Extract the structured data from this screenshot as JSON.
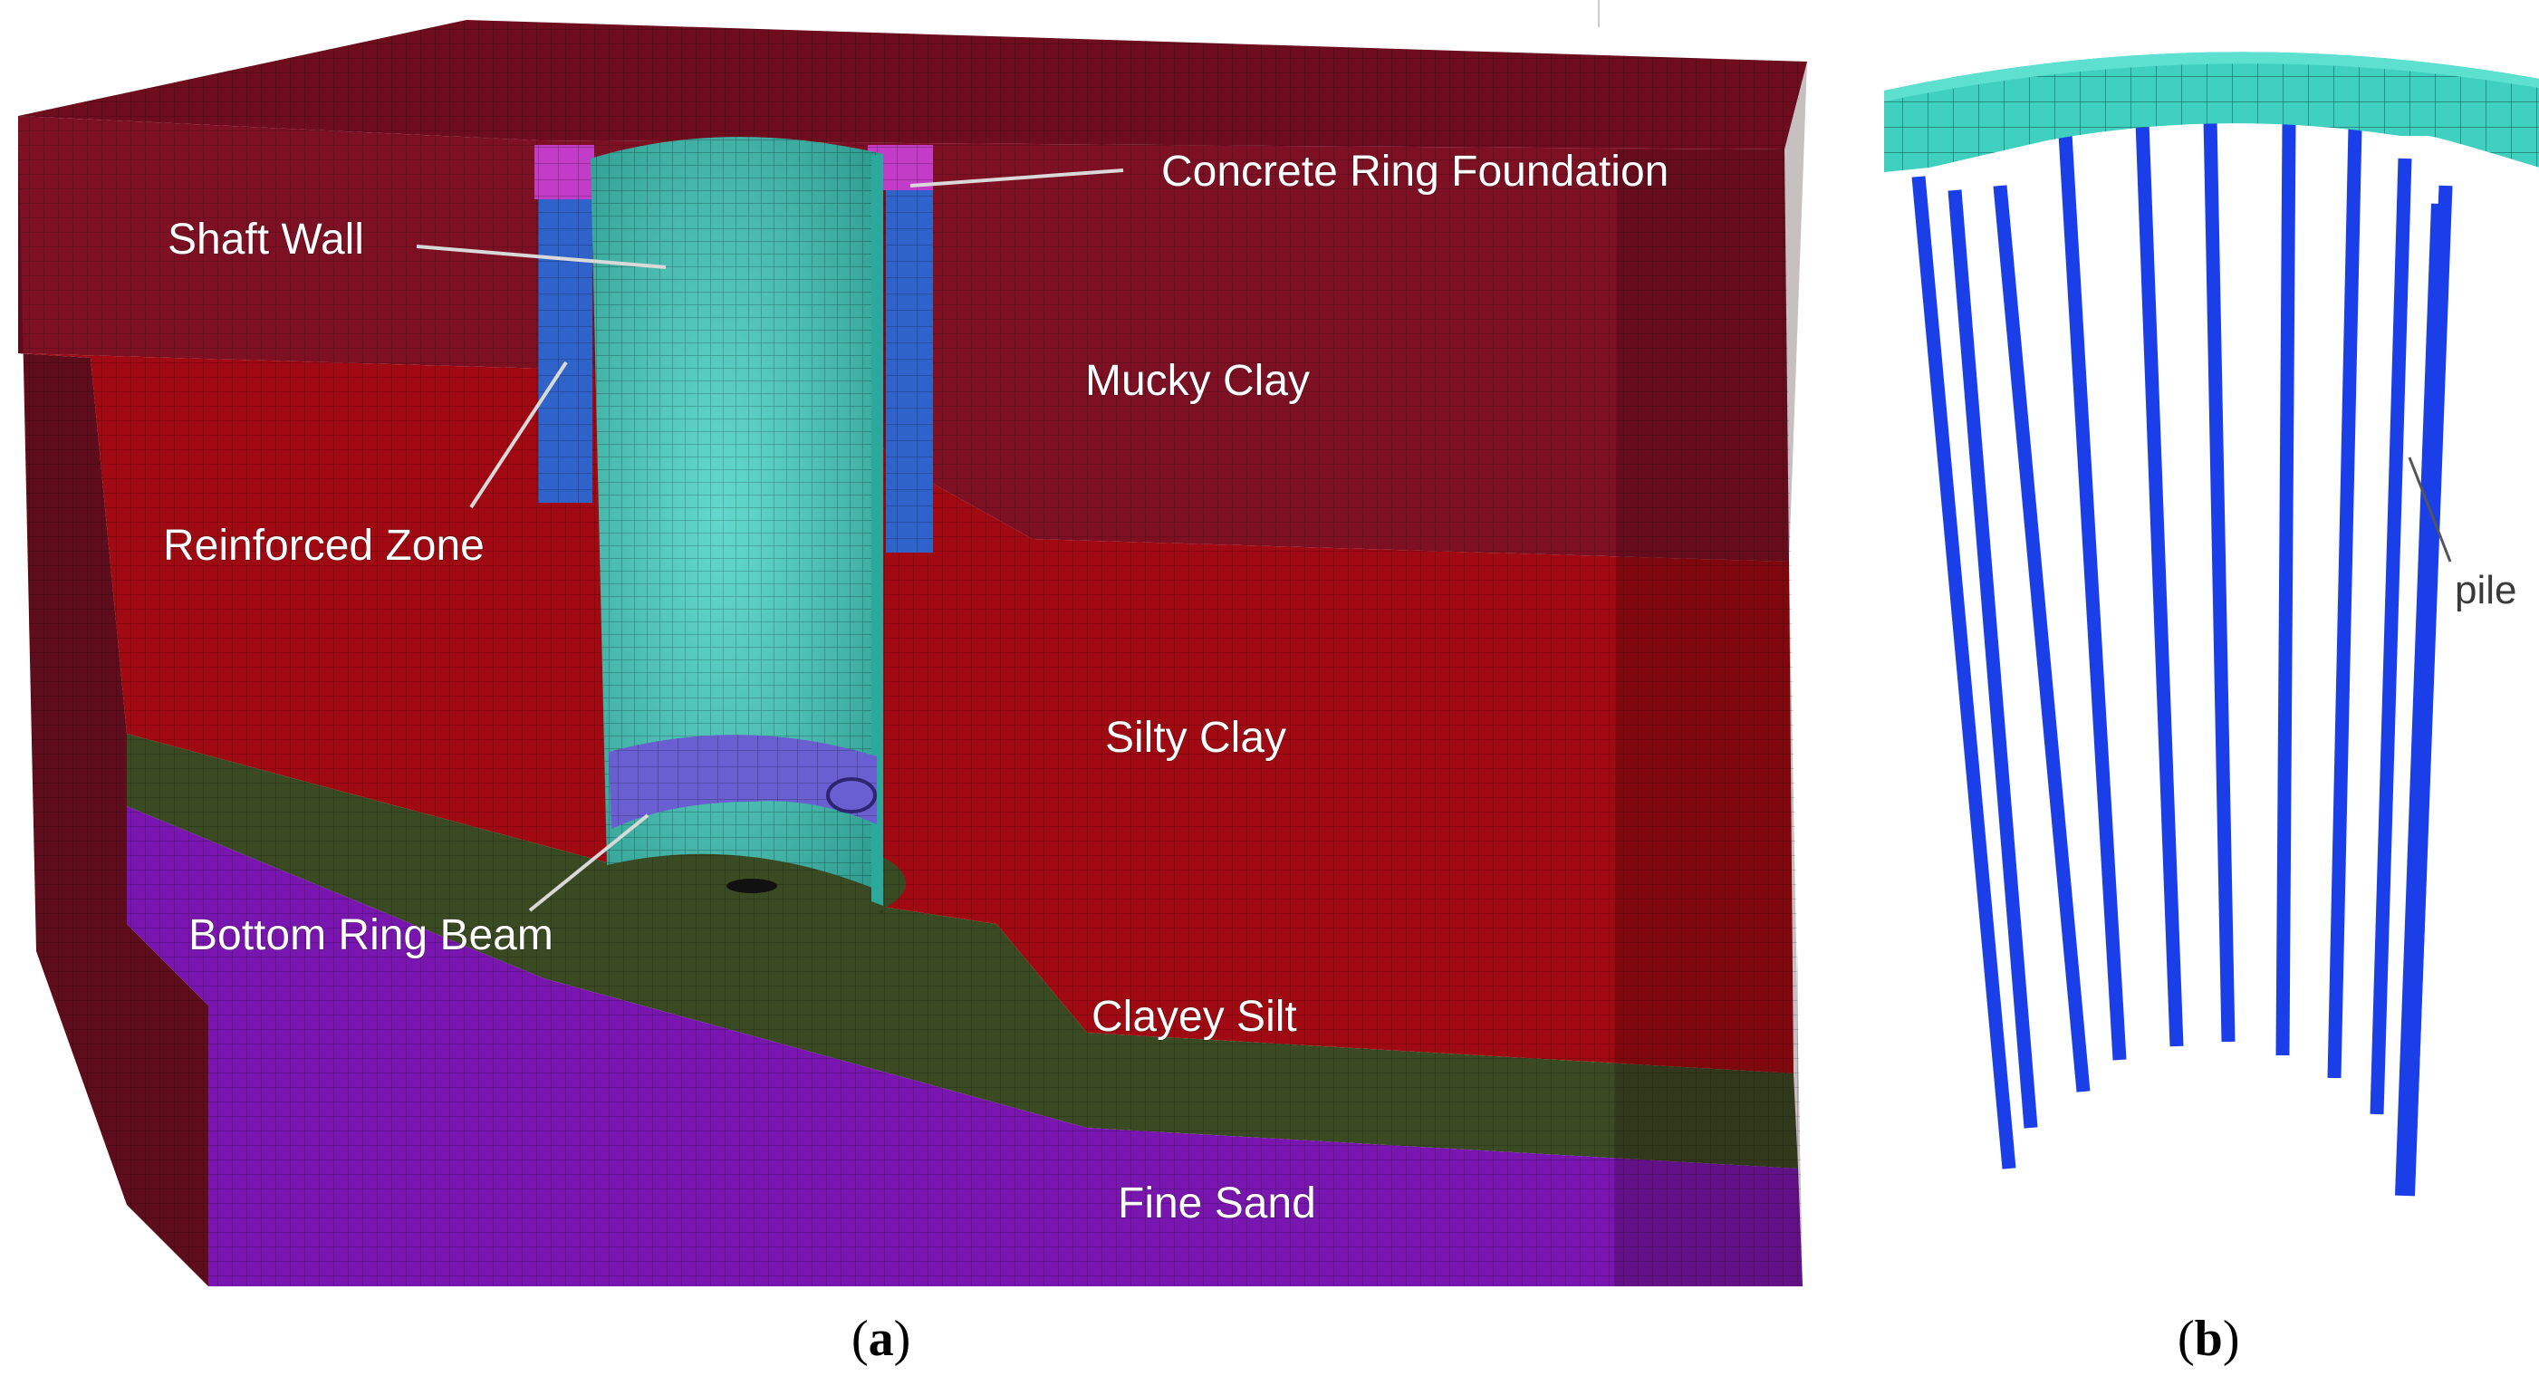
{
  "panel_a": {
    "labels": {
      "concrete_ring_foundation": "Concrete Ring Foundation",
      "shaft_wall": "Shaft Wall",
      "mucky_clay": "Mucky Clay",
      "reinforced_zone": "Reinforced Zone",
      "silty_clay": "Silty Clay",
      "bottom_ring_beam": "Bottom Ring Beam",
      "clayey_silt": "Clayey Silt",
      "fine_sand": "Fine Sand"
    },
    "caption_letter": "a"
  },
  "panel_b": {
    "labels": {
      "pile": "pile"
    },
    "caption_letter": "b"
  },
  "colors": {
    "mucky_clay": "#7e1024",
    "silty_clay": "#a10a12",
    "clayey_silt": "#3a4a22",
    "fine_sand": "#7a16b0",
    "shaft_wall": "#3fd0c0",
    "reinforced_zone": "#2f63c9",
    "concrete_ring_foundation": "#c23cc8",
    "bottom_ring_beam": "#6a5fd0",
    "pile": "#1a3fe8",
    "pile_cap": "#3fd0c0"
  }
}
